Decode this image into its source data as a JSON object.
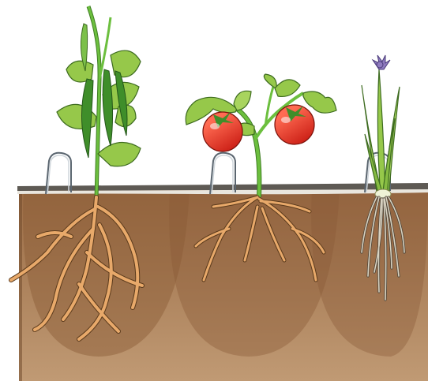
{
  "scene": {
    "plants": [
      {
        "name": "bean",
        "root_type": "taproot"
      },
      {
        "name": "tomato",
        "root_type": "fibrous-branching"
      },
      {
        "name": "chive",
        "root_type": "fibrous"
      }
    ],
    "soil_zones": 3,
    "colors": {
      "soil_top": "#9a6b44",
      "soil_bottom": "#c09a74",
      "soil_zone": "#8a5a36",
      "root": "#e8a96a",
      "root_outline": "#5a3a1c",
      "stem": "#5fb23a",
      "leaf": "#96c84a",
      "bean_pod": "#3f8e2a",
      "tomato": "#e3261c",
      "chive_flower": "#8f7bbf",
      "mulch": "#5e5a54",
      "irrigation_pipe": "#cfd6db"
    }
  }
}
